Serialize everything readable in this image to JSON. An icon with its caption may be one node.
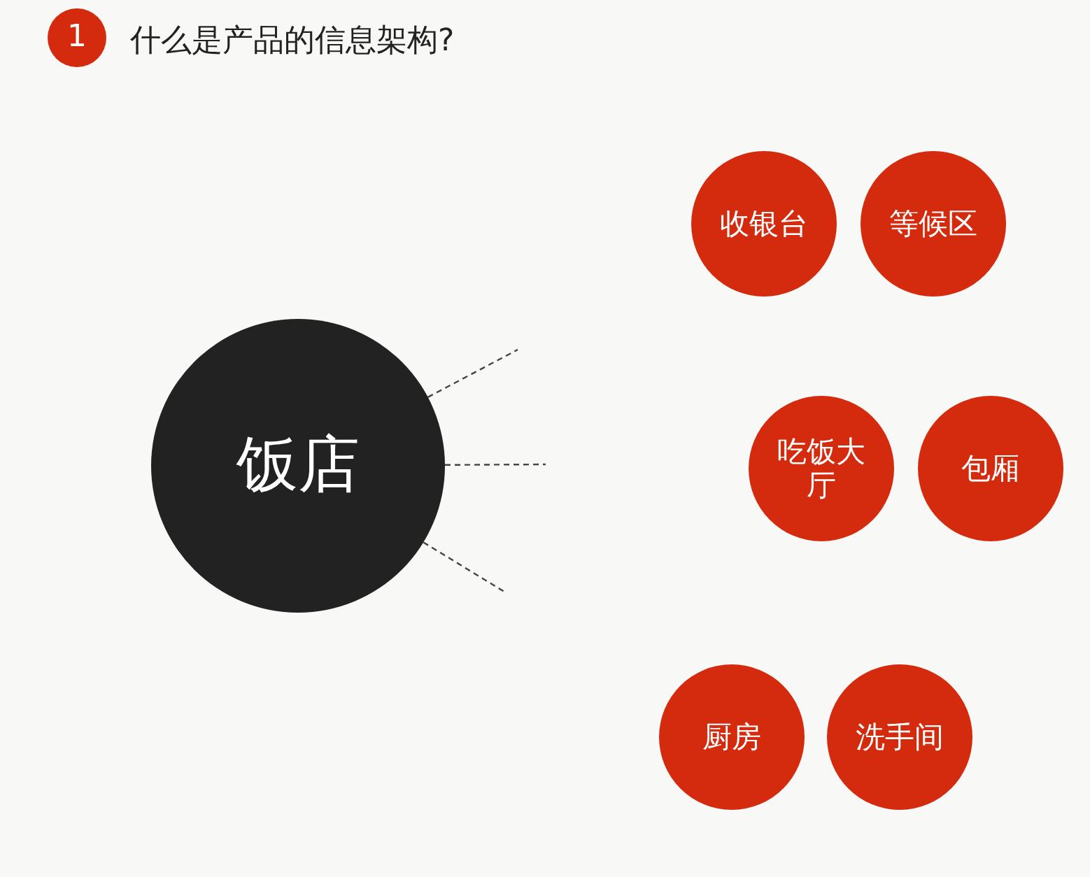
{
  "diagram": {
    "title": "什么是产品的信息架构?",
    "nodes": [
      {
        "text": [
          "1"
        ]
      },
      {
        "text": [
          "饭店"
        ]
      },
      {
        "text": [
          "收银台"
        ]
      },
      {
        "text": [
          "等候区"
        ]
      },
      {
        "text": [
          "吃饭大厅"
        ]
      },
      {
        "text": [
          "包厢"
        ]
      },
      {
        "text": [
          "厨房"
        ]
      },
      {
        "text": [
          "洗手间"
        ]
      }
    ],
    "edges": [
      {
        "from": 1,
        "to": null,
        "arrow": "none",
        "style": "dashed"
      },
      {
        "from": 1,
        "to": null,
        "arrow": "none",
        "style": "dashed"
      },
      {
        "from": 1,
        "to": null,
        "arrow": "none",
        "style": "dashed"
      }
    ]
  }
}
